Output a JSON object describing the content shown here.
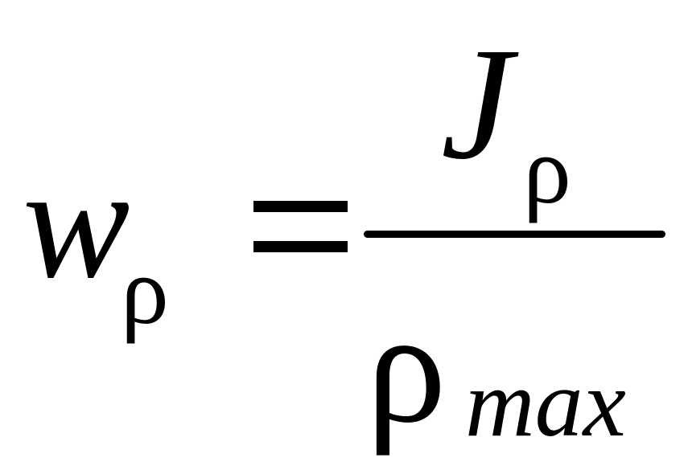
{
  "formula": {
    "lhs": {
      "base": "w",
      "subscript": "ρ"
    },
    "operator": "=",
    "numerator": {
      "base": "J",
      "subscript": "ρ"
    },
    "denominator": {
      "base": "ρ",
      "subscript": "max"
    }
  },
  "colors": {
    "ink": "#000000",
    "background": "#ffffff"
  }
}
